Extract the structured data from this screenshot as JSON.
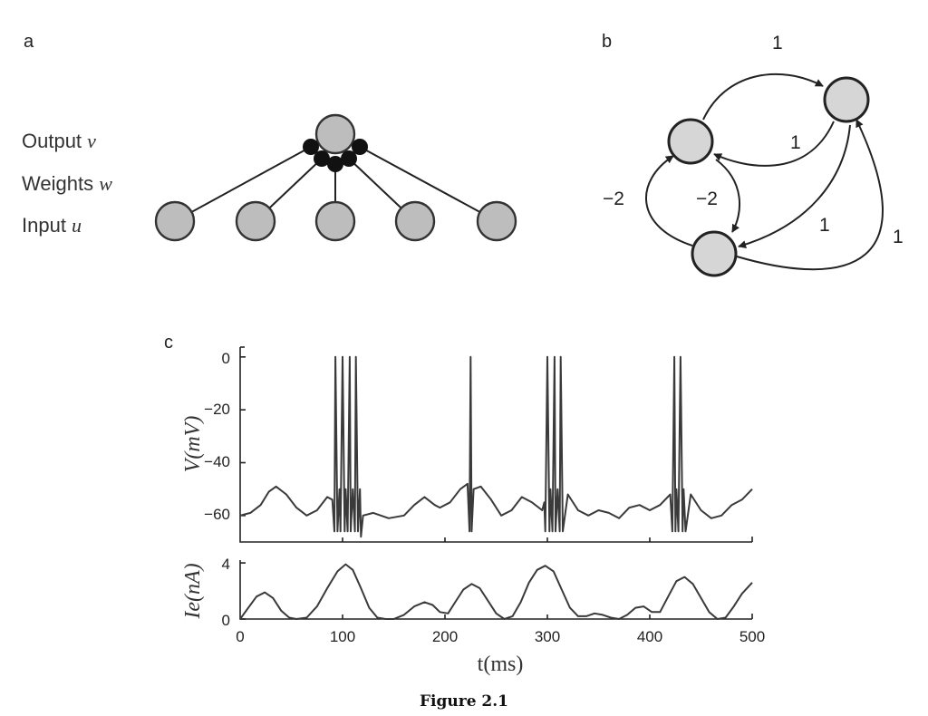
{
  "panel_a": {
    "letter": "a",
    "labels": [
      {
        "text": "Output ",
        "var": "v"
      },
      {
        "text": "Weights ",
        "var": "w"
      },
      {
        "text": "Input ",
        "var": "u"
      }
    ]
  },
  "panel_b": {
    "letter": "b",
    "edges": [
      {
        "from": "left",
        "to": "right",
        "label": "1"
      },
      {
        "from": "right",
        "to": "left",
        "label": "1"
      },
      {
        "from": "bottom",
        "to": "left",
        "label": "−2"
      },
      {
        "from": "left",
        "to": "bottom",
        "label": "−2"
      },
      {
        "from": "right",
        "to": "bottom",
        "label": "1"
      },
      {
        "from": "bottom",
        "to": "right",
        "label": "1"
      }
    ]
  },
  "panel_c": {
    "letter": "c",
    "ylabel_top": "V(mV)",
    "ylabel_bottom": "Ie(nA)",
    "xlabel": "t(ms)",
    "x_ticks": [
      "0",
      "100",
      "200",
      "300",
      "400",
      "500"
    ],
    "v_ticks": [
      "0",
      "−20",
      "−40",
      "−60"
    ],
    "i_ticks": [
      "4",
      "0"
    ]
  },
  "caption": "Figure 2.1",
  "chart_data": [
    {
      "type": "line",
      "title": "",
      "xlabel": "",
      "ylabel": "V(mV)",
      "xlim": [
        0,
        500
      ],
      "ylim": [
        -70,
        2
      ],
      "series": [
        {
          "x": [
            0,
            10,
            20,
            28,
            35,
            45,
            55,
            65,
            75,
            85,
            90,
            92,
            93,
            95,
            97,
            98,
            100,
            102,
            103,
            105,
            107,
            108,
            110,
            112,
            113,
            115,
            117,
            118,
            120,
            130,
            145,
            160,
            170,
            180,
            190,
            195,
            205,
            215,
            222,
            224,
            225,
            226,
            228,
            235,
            245,
            255,
            265,
            275,
            285,
            295,
            297,
            298,
            300,
            302,
            303,
            305,
            307,
            308,
            310,
            312,
            313,
            315,
            320,
            330,
            340,
            350,
            360,
            370,
            380,
            390,
            400,
            410,
            420,
            422,
            424,
            425,
            426,
            428,
            430,
            432,
            433,
            435,
            440,
            450,
            460,
            470,
            480,
            490,
            500
          ],
          "y": [
            -60,
            -59,
            -56,
            -51,
            -49,
            -52,
            -57,
            -60,
            -58,
            -53,
            -54,
            -66,
            0,
            -66,
            -50,
            -66,
            0,
            -66,
            -50,
            -66,
            0,
            -66,
            -50,
            -66,
            0,
            -66,
            -50,
            -68,
            -60,
            -59,
            -61,
            -60,
            -56,
            -53,
            -56,
            -57,
            -55,
            -50,
            -48,
            -66,
            0,
            -66,
            -50,
            -49,
            -54,
            -60,
            -58,
            -53,
            -55,
            -58,
            -55,
            -66,
            0,
            -66,
            -50,
            -66,
            0,
            -66,
            -50,
            -66,
            0,
            -66,
            -52,
            -58,
            -60,
            -58,
            -59,
            -61,
            -57,
            -56,
            -58,
            -56,
            -52,
            -66,
            0,
            -66,
            -50,
            -66,
            0,
            -66,
            -50,
            -66,
            -52,
            -58,
            -61,
            -60,
            -56,
            -54,
            -50
          ]
        }
      ]
    },
    {
      "type": "line",
      "title": "",
      "xlabel": "t(ms)",
      "ylabel": "Ie(nA)",
      "xlim": [
        0,
        500
      ],
      "ylim": [
        0,
        4.2
      ],
      "series": [
        {
          "x": [
            0,
            8,
            16,
            24,
            32,
            40,
            48,
            55,
            65,
            75,
            85,
            95,
            103,
            110,
            118,
            126,
            134,
            142,
            150,
            160,
            170,
            180,
            188,
            195,
            203,
            210,
            218,
            226,
            234,
            242,
            250,
            258,
            266,
            274,
            282,
            290,
            298,
            306,
            314,
            322,
            330,
            338,
            346,
            354,
            362,
            370,
            378,
            386,
            394,
            402,
            410,
            418,
            426,
            434,
            442,
            450,
            458,
            466,
            474,
            482,
            490,
            500
          ],
          "y": [
            0,
            0.8,
            1.6,
            1.9,
            1.5,
            0.6,
            0.1,
            0,
            0.1,
            0.9,
            2.2,
            3.4,
            3.9,
            3.5,
            2.2,
            0.8,
            0.1,
            0,
            0,
            0.3,
            0.9,
            1.2,
            1.0,
            0.5,
            0.4,
            1.2,
            2.1,
            2.5,
            2.2,
            1.3,
            0.4,
            0,
            0.2,
            1.2,
            2.6,
            3.5,
            3.8,
            3.4,
            2.1,
            0.8,
            0.2,
            0.2,
            0.4,
            0.3,
            0.1,
            0,
            0.3,
            0.8,
            0.9,
            0.5,
            0.5,
            1.6,
            2.7,
            3.0,
            2.5,
            1.5,
            0.5,
            0,
            0.1,
            0.9,
            1.8,
            2.6
          ]
        }
      ]
    }
  ]
}
